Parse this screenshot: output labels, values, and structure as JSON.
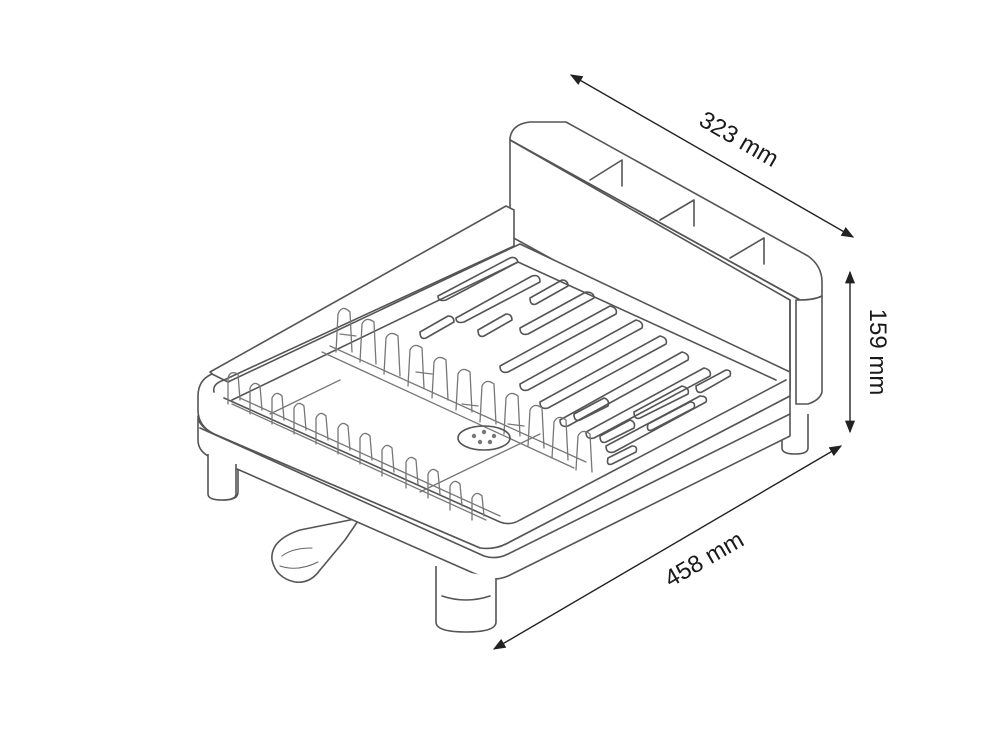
{
  "dimensions": {
    "depth": {
      "value": "323",
      "unit": "mm",
      "label": "323 mm"
    },
    "height": {
      "value": "159",
      "unit": "mm",
      "label": "159 mm"
    },
    "width": {
      "value": "458",
      "unit": "mm",
      "label": "458 mm"
    }
  },
  "colors": {
    "outline": "#555555",
    "dimension_line": "#222222",
    "background": "#ffffff"
  }
}
